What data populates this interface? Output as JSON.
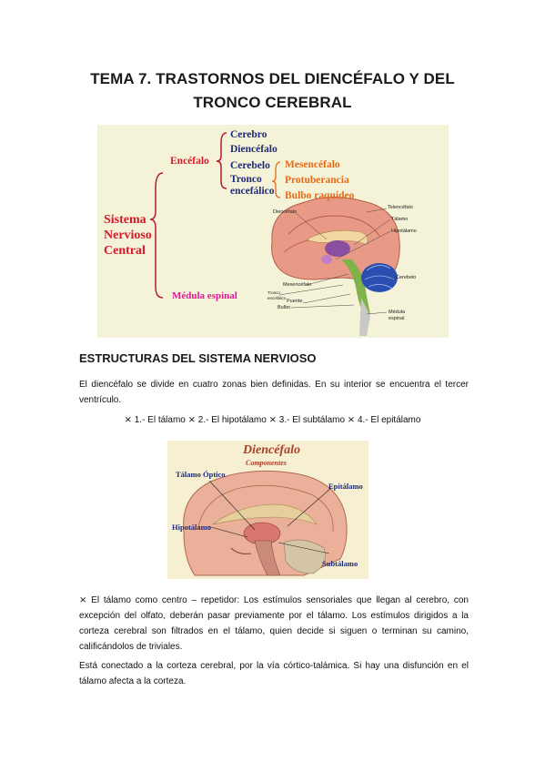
{
  "title": {
    "line1": "TEMA 7. TRASTORNOS DEL DIENCÉFALO Y DEL",
    "line2": "TRONCO CEREBRAL"
  },
  "figure1": {
    "snc": [
      "Sistema",
      "Nervioso",
      "Central"
    ],
    "encefalo": "Encéfalo",
    "cerebro": "Cerebro",
    "diencefalo": "Diencéfalo",
    "cerebelo": "Cerebelo",
    "tronco": [
      "Tronco",
      "encefálico"
    ],
    "mesencefalo": "Mesencéfalo",
    "protuberancia": "Protuberancia",
    "bulbo": "Bulbo raquídeo",
    "medula": "Médula espinal",
    "brain_labels": {
      "diencefalo": "Diencéfalo",
      "telencefalo": "Telencéfalo",
      "talamo": "Tálamo",
      "hipotalamo": "Hipotálamo",
      "mesencefalo": "Mesencéfalo",
      "tronco": [
        "Tronco",
        "encefálico"
      ],
      "puente": "Puente",
      "bulbo": "Bulbo",
      "cerebelo": "Cerebelo",
      "medula": [
        "Médula",
        "espinal"
      ]
    }
  },
  "section_heading": "ESTRUCTURAS DEL SISTEMA NERVIOSO",
  "intro_paragraph": "El diencéfalo se divide en cuatro zonas bien definidas. En su interior se encuentra el tercer ventrículo.",
  "list_line": "⨯ 1.- El tálamo ⨯ 2.- El hipotálamo ⨯ 3.- El subtálamo ⨯ 4.- El epitálamo",
  "figure2": {
    "title": "Diencéfalo",
    "subtitle": "Componentes",
    "talamo": "Tálamo Óptico",
    "epitalamo": "Epitálamo",
    "hipotalamo": "Hipotálamo",
    "subtalamo": "Subtálamo"
  },
  "paragraph_talamo": "⨯ El tálamo como centro – repetidor: Los estímulos sensoriales que llegan al cerebro, con excepción del olfato, deberán pasar previamente por el tálamo. Los estímulos dirigidos a la corteza cerebral son filtrados en el tálamo, quien decide si siguen o terminan su camino, calificándolos de triviales.",
  "paragraph_conexion": "Está conectado a la corteza cerebral, por la vía córtico-talámica. Si hay una disfunción en el tálamo afecta a la corteza.",
  "colors": {
    "navy": "#1f2a78",
    "orange": "#e86a17",
    "red": "#d8182b",
    "magenta": "#e0189a"
  }
}
